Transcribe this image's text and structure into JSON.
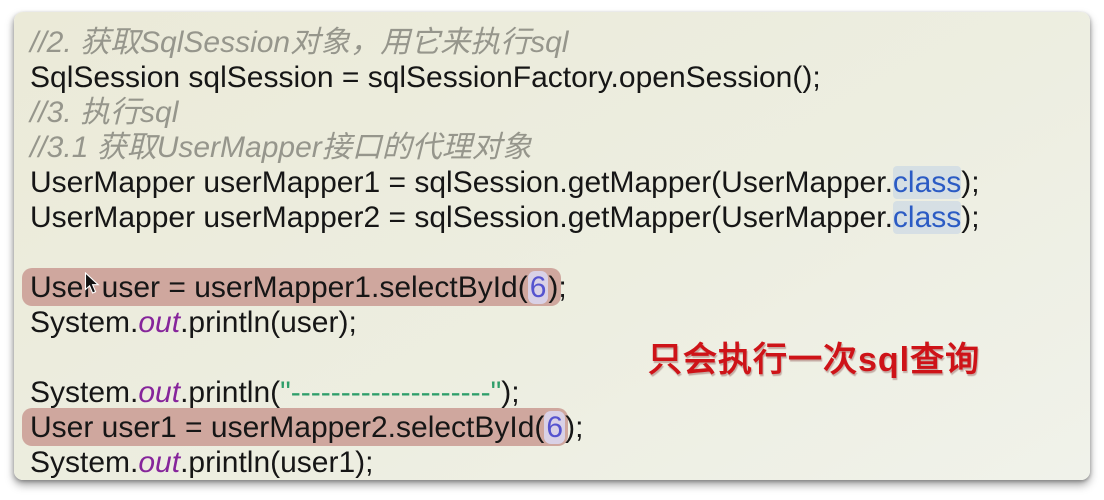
{
  "annotation": {
    "text": "只会执行一次sql查询",
    "color": "#ce1318"
  },
  "colors": {
    "page_background": "#ffffff",
    "panel_background": "#edecdc",
    "highlight_pink": "#cfa79e",
    "comment_gray": "#96968c",
    "code_black": "#161616",
    "keyword_blue": "#2b5bc4",
    "field_purple": "#86259b",
    "string_green": "#2f9e6a",
    "number_blue": "#5553cf",
    "annotation_red": "#ce1318"
  },
  "icons": {
    "cursor": "mouse-cursor"
  },
  "code": {
    "lines": [
      {
        "segments": [
          {
            "style": "comment",
            "text": "//2. 获取SqlSession对象，用它来执行sql"
          }
        ]
      },
      {
        "segments": [
          {
            "style": "plain",
            "text": "SqlSession sqlSession = sqlSessionFactory.openSession();"
          }
        ]
      },
      {
        "segments": [
          {
            "style": "comment",
            "text": "//3. 执行sql"
          }
        ]
      },
      {
        "segments": [
          {
            "style": "comment",
            "text": "//3.1 获取UserMapper接口的代理对象"
          }
        ]
      },
      {
        "segments": [
          {
            "style": "plain",
            "text": "UserMapper userMapper1 = sqlSession.getMapper(UserMapper."
          },
          {
            "style": "keyword",
            "text": "class"
          },
          {
            "style": "plain",
            "text": ");"
          }
        ]
      },
      {
        "segments": [
          {
            "style": "plain",
            "text": "UserMapper userMapper2 = sqlSession.getMapper(UserMapper."
          },
          {
            "style": "keyword",
            "text": "class"
          },
          {
            "style": "plain",
            "text": ");"
          }
        ]
      },
      {
        "segments": []
      },
      {
        "highlighted": true,
        "segments": [
          {
            "style": "plain",
            "text": "User user = userMapper1.selectById("
          },
          {
            "style": "number",
            "text": "6"
          },
          {
            "style": "plain",
            "text": ");"
          }
        ]
      },
      {
        "segments": [
          {
            "style": "plain",
            "text": "System."
          },
          {
            "style": "field",
            "text": "out"
          },
          {
            "style": "plain",
            "text": ".println(user);"
          }
        ]
      },
      {
        "segments": []
      },
      {
        "segments": [
          {
            "style": "plain",
            "text": "System."
          },
          {
            "style": "field",
            "text": "out"
          },
          {
            "style": "plain",
            "text": ".println("
          },
          {
            "style": "string",
            "text": "\"--------------------\""
          },
          {
            "style": "plain",
            "text": ");"
          }
        ]
      },
      {
        "highlighted": true,
        "segments": [
          {
            "style": "plain",
            "text": "User user1 = userMapper2.selectById("
          },
          {
            "style": "number",
            "text": "6"
          },
          {
            "style": "plain",
            "text": ");"
          }
        ]
      },
      {
        "segments": [
          {
            "style": "plain",
            "text": "System."
          },
          {
            "style": "field",
            "text": "out"
          },
          {
            "style": "plain",
            "text": ".println(user1);"
          }
        ]
      }
    ]
  }
}
